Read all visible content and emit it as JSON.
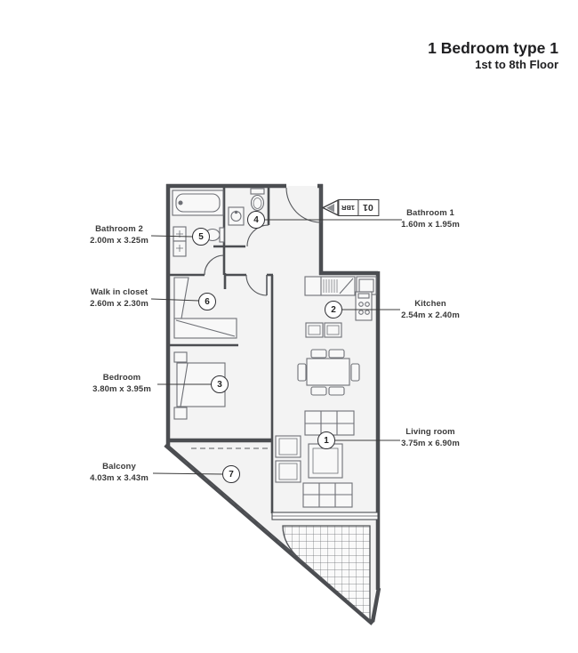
{
  "header": {
    "title": "1 Bedroom type 1",
    "subtitle": "1st to 8th Floor"
  },
  "entry_sign": {
    "unit_number": "01",
    "unit_type": "1BR"
  },
  "rooms": [
    {
      "label": "Living room",
      "dimensions": "3.75m x 6.90m",
      "marker": "1"
    },
    {
      "label": "Kitchen",
      "dimensions": "2.54m x 2.40m",
      "marker": "2"
    },
    {
      "label": "Bedroom",
      "dimensions": "3.80m x 3.95m",
      "marker": "3"
    },
    {
      "label": "Bathroom 1",
      "dimensions": "1.60m x 1.95m",
      "marker": "4"
    },
    {
      "label": "Bathroom 2",
      "dimensions": "2.00m x 3.25m",
      "marker": "5"
    },
    {
      "label": "Walk in closet",
      "dimensions": "2.60m x 2.30m",
      "marker": "6"
    },
    {
      "label": "Balcony",
      "dimensions": "4.03m x 3.43m",
      "marker": "7"
    }
  ],
  "colors": {
    "wall": "#4b4d51",
    "furniture": "#6e7076",
    "text": "#3a3a3a",
    "leader": "#3c3c3c",
    "room_fill": "#f3f3f3"
  }
}
